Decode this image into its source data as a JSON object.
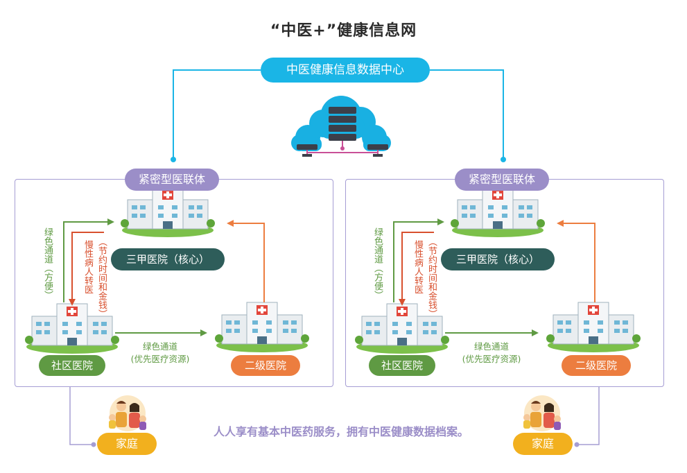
{
  "title": "“中医+”健康信息网",
  "hub_label": "中医健康信息数据中心",
  "clusters": [
    {
      "label": "紧密型医联体",
      "core_hospital": "三甲医院（核心）",
      "community_hospital": "社区医院",
      "secondary_hospital": "二级医院",
      "green_channel_vertical": "绿色通道（方便）",
      "referral": "慢性病人转医",
      "referral_note": "（节约时间和金钱）",
      "green_channel_horizontal": "绿色通道",
      "green_channel_note": "(优先医疗资源)"
    },
    {
      "label": "紧密型医联体",
      "core_hospital": "三甲医院（核心）",
      "community_hospital": "社区医院",
      "secondary_hospital": "二级医院",
      "green_channel_vertical": "绿色通道（方便）",
      "referral": "慢性病人转医",
      "referral_note": "（节约时间和金钱）",
      "green_channel_horizontal": "绿色通道",
      "green_channel_note": "(优先医疗资源)"
    }
  ],
  "family_label": "家庭",
  "slogan": "人人享有基本中医药服务，拥有中医健康数据档案。",
  "colors": {
    "hub": "#1ab5e6",
    "cluster": "#9b8ec8",
    "core": "#2e5d5a",
    "green": "#5f9a43",
    "orange": "#ec7d3f",
    "red_arrow": "#d8502e",
    "family": "#f2b01e"
  },
  "icons": [
    "cloud-server-icon",
    "hospital-building-icon",
    "family-icon"
  ]
}
